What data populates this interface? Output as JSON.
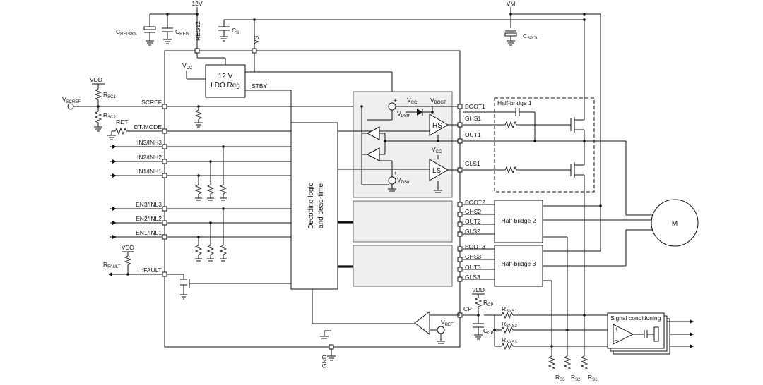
{
  "supply": {
    "v12": "12V",
    "vm": "VM",
    "reg12": "REG12",
    "vs": "VS",
    "gnd": "GND",
    "vdd_top": "VDD",
    "vdd_fault": "VDD",
    "vdd_cp": "VDD"
  },
  "caps": {
    "cregpol": {
      "main": "C",
      "sub": "REGPOL"
    },
    "creg": {
      "main": "C",
      "sub": "REG"
    },
    "cs": {
      "main": "C",
      "sub": "S"
    },
    "cspol": {
      "main": "C",
      "sub": "SPOL"
    },
    "ccp": {
      "main": "C",
      "sub": "CP"
    }
  },
  "resistors": {
    "rsc1": {
      "main": "R",
      "sub": "SC1"
    },
    "rsc2": {
      "main": "R",
      "sub": "SC2"
    },
    "rdt": "RDT",
    "rfault": {
      "main": "R",
      "sub": "FAULT"
    },
    "rcp": {
      "main": "R",
      "sub": "CP"
    },
    "rsns1": {
      "main": "R",
      "sub": "SNS1"
    },
    "rsns2": {
      "main": "R",
      "sub": "SNS2"
    },
    "rsns3": {
      "main": "R",
      "sub": "SNS3"
    },
    "rs1": {
      "main": "R",
      "sub": "S1"
    },
    "rs2": {
      "main": "R",
      "sub": "S2"
    },
    "rs3": {
      "main": "R",
      "sub": "S3"
    }
  },
  "vscref": {
    "main": "V",
    "sub": "SCREF"
  },
  "vcc_ldo": {
    "main": "V",
    "sub": "CC"
  },
  "ldo": {
    "line1": "12 V",
    "line2": "LDO Reg",
    "stby": "STBY"
  },
  "pins_left": {
    "scref": "SCREF",
    "dtmode": "DT/MODE",
    "in3": "IN3/INH3",
    "in2": "IN2/INH2",
    "in1": "IN1/INH1",
    "en3": "EN3/INL3",
    "en2": "EN2/INL2",
    "en1": "EN1/INL1",
    "nfault": "nFAULT"
  },
  "pins_right": {
    "boot1": "BOOT1",
    "ghs1": "GHS1",
    "out1": "OUT1",
    "gls1": "GLS1",
    "boot2": "BOOT2",
    "ghs2": "GHS2",
    "out2": "OUT2",
    "gls2": "GLS2",
    "boot3": "BOOT3",
    "ghs3": "GHS3",
    "out3": "OUT3",
    "gls3": "GLS3",
    "cp": "CP"
  },
  "driver": {
    "vcc": {
      "main": "V",
      "sub": "CC"
    },
    "vboot": {
      "main": "V",
      "sub": "BOOT"
    },
    "vcc_ls": {
      "main": "V",
      "sub": "CC"
    },
    "vdsth_top": {
      "main": "V",
      "sub": "DSth"
    },
    "vdsth_bot": {
      "main": "V",
      "sub": "DSth"
    },
    "hs": "HS",
    "ls": "LS"
  },
  "decoder": {
    "line1": "Decoding logic",
    "line2": "and dead-time"
  },
  "vref": {
    "main": "V",
    "sub": "REF"
  },
  "halfbridges": {
    "hb1": "Half-bridge 1",
    "hb2": "Half-bridge 2",
    "hb3": "Half-bridge 3"
  },
  "motor": "M",
  "signal_conditioning": "Signal conditioning"
}
